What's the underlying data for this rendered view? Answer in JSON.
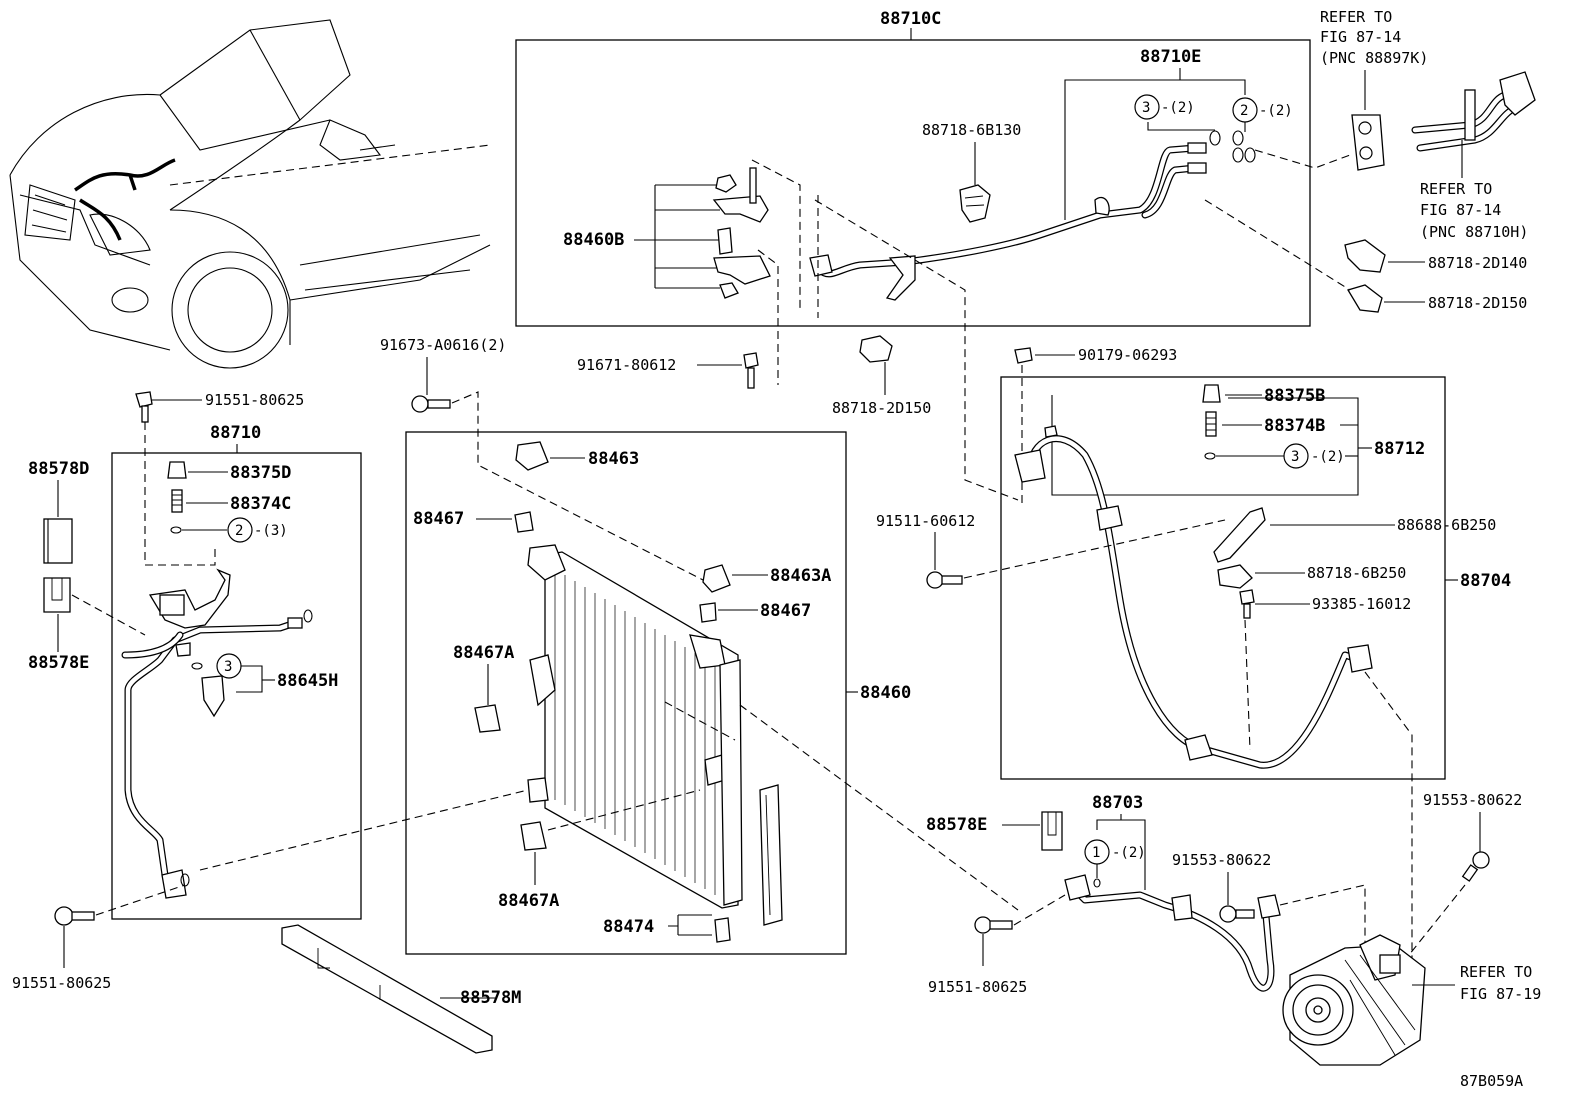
{
  "diagram_code": "87B059A",
  "groups": {
    "top_assembly": "88710C",
    "top_sub": "88710E",
    "left_assembly": "88710",
    "condenser": "88460",
    "discharge_hose": "88704",
    "liquid_tube": "88712",
    "suction_hose": "88703"
  },
  "refer_notes": {
    "top_right_1": [
      "REFER TO",
      "FIG 87-14",
      "(PNC 88897K)"
    ],
    "top_right_2": [
      "REFER TO",
      "FIG 87-14",
      "(PNC 88710H)"
    ],
    "compressor": [
      "REFER TO",
      "FIG 87-19"
    ]
  },
  "labels": {
    "p88718_6B130": "88718-6B130",
    "p88460B": "88460B",
    "p91671_80612": "91671-80612",
    "p91673": "91673-A0616(2)",
    "p88718_2D150_mid": "88718-2D150",
    "p88718_2D140": "88718-2D140",
    "p88718_2D150_r": "88718-2D150",
    "p90179": "90179-06293",
    "p88375B": "88375B",
    "p88374B": "88374B",
    "p88712_qty": "-(2)",
    "p88710E_q3": "-(2)",
    "p88710E_q2": "-(2)",
    "p88688": "88688-6B250",
    "p88718_6B250": "88718-6B250",
    "p93385": "93385-16012",
    "p91511": "91511-60612",
    "p91551_top": "91551-80625",
    "p88375D": "88375D",
    "p88374C": "88374C",
    "p88710_q2": "-(3)",
    "p88578D": "88578D",
    "p88578E_left": "88578E",
    "p88645H": "88645H",
    "p91551_left": "91551-80625",
    "p88578M": "88578M",
    "p88463": "88463",
    "p88467_top": "88467",
    "p88463A": "88463A",
    "p88467_mid": "88467",
    "p88467A_top": "88467A",
    "p88467A_bot": "88467A",
    "p88474": "88474",
    "p88578E_right": "88578E",
    "p88703_q1": "-(2)",
    "p91553_mid": "91553-80622",
    "p91553_right": "91553-80622",
    "p91551_bottom": "91551-80625"
  },
  "circle_numbers": [
    "1",
    "2",
    "3"
  ]
}
